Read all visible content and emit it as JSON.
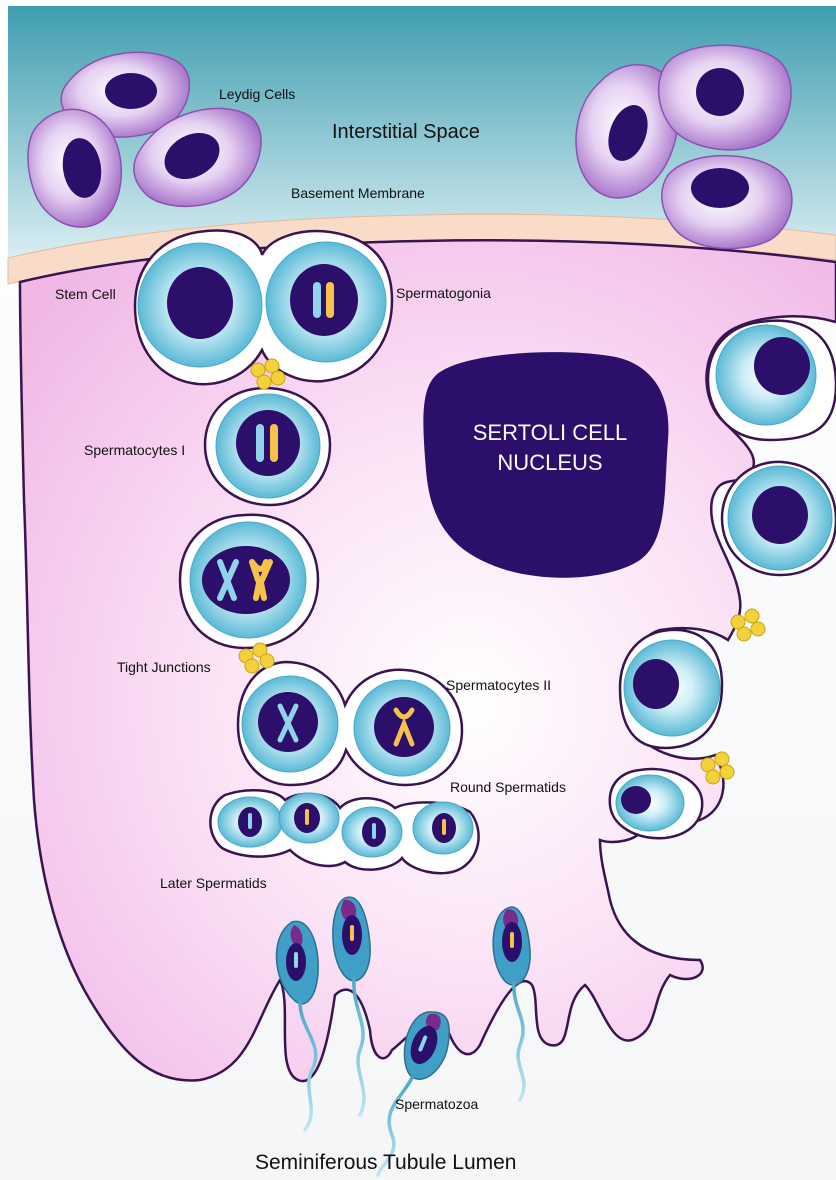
{
  "labels": {
    "leydig_cells": "Leydig Cells",
    "interstitial_space": "Interstitial Space",
    "basement_membrane": "Basement Membrane",
    "stem_cell": "Stem Cell",
    "spermatogonia": "Spermatogonia",
    "spermatocytes_1": "Spermatocytes I",
    "sertoli_nucleus_line1": "SERTOLI CELL",
    "sertoli_nucleus_line2": "NUCLEUS",
    "tight_junctions": "Tight Junctions",
    "spermatocytes_2": "Spermatocytes II",
    "round_spermatids": "Round Spermatids",
    "later_spermatids": "Later Spermatids",
    "spermatozoa": "Spermatozoa",
    "lumen": "Seminiferous Tubule Lumen"
  },
  "colors": {
    "interstitial_top": "#3f9db0",
    "interstitial_bottom": "#d9eef2",
    "basement_membrane": "#f9dcc8",
    "sertoli_cytoplasm": "#f5c8ec",
    "outline": "#3a1450",
    "nucleus": "#2b0f6b",
    "germ_cell": "#5bbad6",
    "leydig": "#b07fd0",
    "chromosome_yellow": "#f6c24a",
    "chromosome_blue": "#8fd4ea",
    "tight_junction": "#f2d13a"
  }
}
